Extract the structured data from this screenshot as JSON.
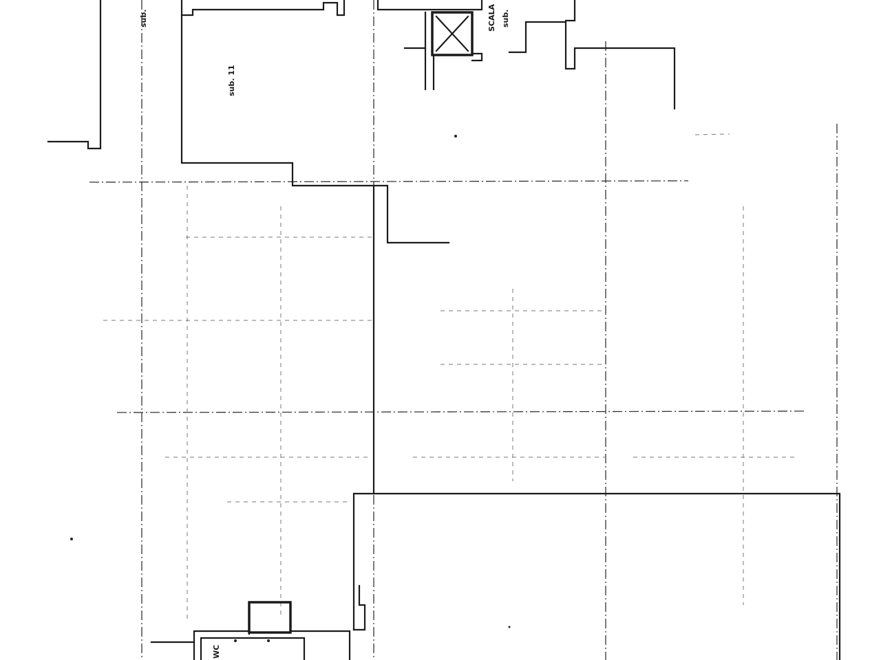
{
  "labels": {
    "sub_top_left": "sub.",
    "sub_eleven": "sub. 11",
    "stair_block": "SCALA",
    "stair_sub": "sub.",
    "wc": "WC"
  }
}
